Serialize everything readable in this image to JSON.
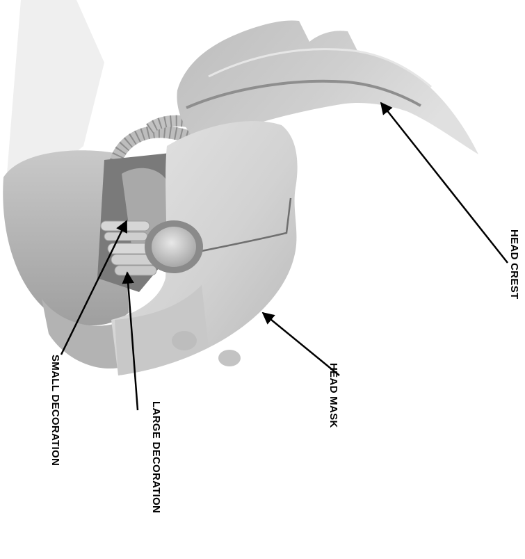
{
  "labels": {
    "head_crest": "HEAD CREST",
    "head_mask": "HEAD MASK",
    "large_decoration": "LARGE DECORATION",
    "small_decoration": "SMALL DECORATION"
  },
  "colors": {
    "background": "#ffffff",
    "part_light": "#dcdcdc",
    "part_mid": "#c4c4c4",
    "part_dark": "#8f8f8f",
    "arrow": "#000000"
  }
}
